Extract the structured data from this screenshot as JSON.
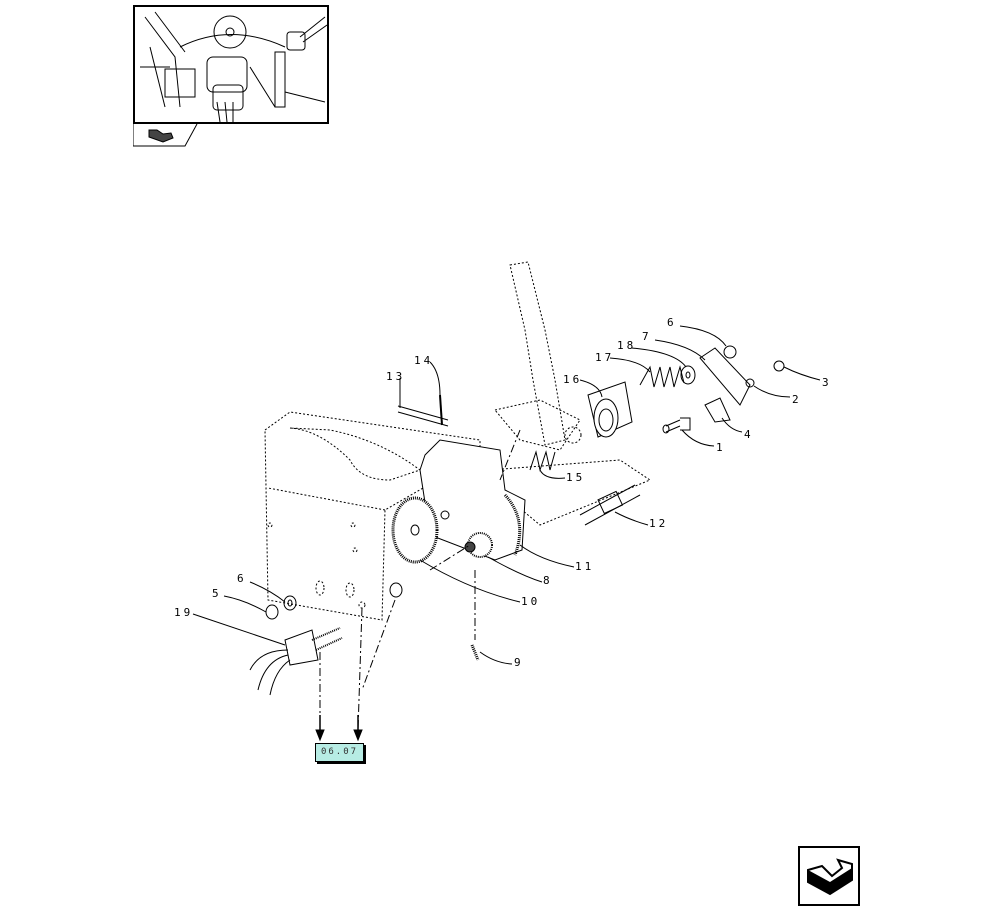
{
  "diagram": {
    "reference_link": "06.07",
    "callouts": [
      "1",
      "2",
      "3",
      "4",
      "5",
      "6",
      "6",
      "7",
      "8",
      "9",
      "10",
      "11",
      "12",
      "13",
      "14",
      "15",
      "16",
      "17",
      "18",
      "19"
    ]
  },
  "icons": {
    "thumbnail_nav": "arrow-shape-icon",
    "next_page": "next-page-arrow-icon"
  },
  "colors": {
    "reference_box": "#b7ece4",
    "line": "#000000"
  }
}
